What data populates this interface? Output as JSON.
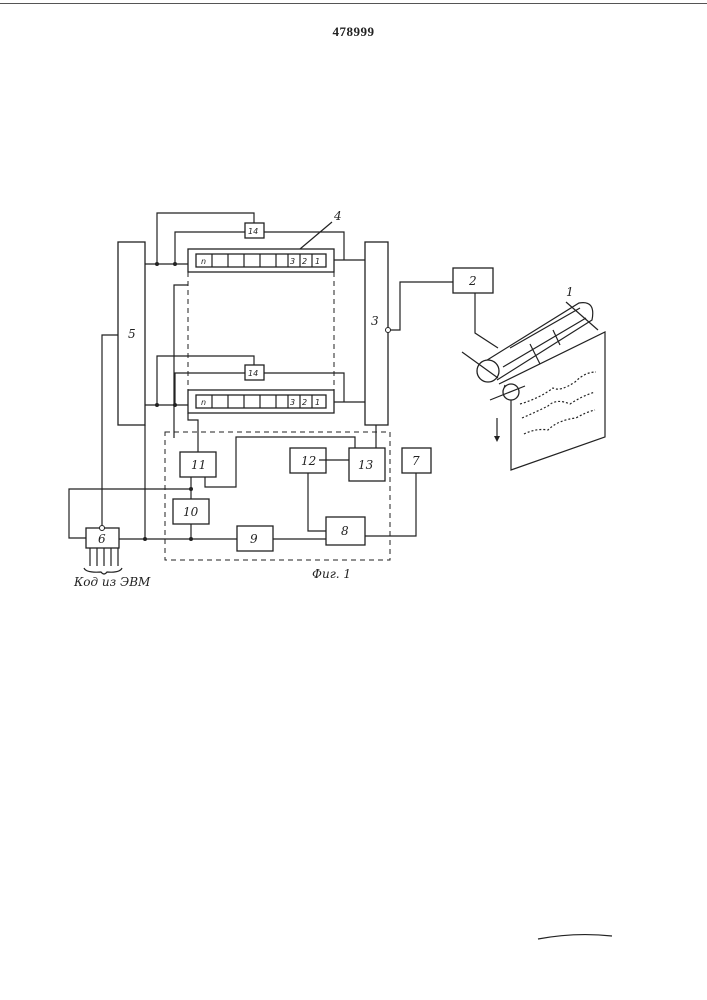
{
  "header": {
    "patent_number": "478999"
  },
  "blocks": {
    "b1": "1",
    "b2": "2",
    "b3": "3",
    "b4": "4",
    "b5": "5",
    "b6": "6",
    "b7": "7",
    "b8": "8",
    "b9": "9",
    "b10": "10",
    "b11": "11",
    "b12": "12",
    "b13": "13",
    "b14a": "14",
    "b14b": "14"
  },
  "register_cells": [
    "n",
    "3",
    "2",
    "1"
  ],
  "input_label": "Код из ЭВМ",
  "figure_caption": "Фиг. 1"
}
